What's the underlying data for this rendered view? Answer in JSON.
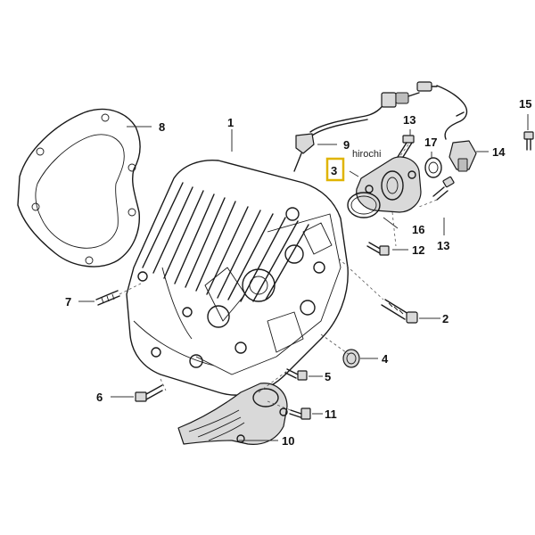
{
  "diagram": {
    "watermark": "hirochi",
    "highlight_color": "#e0b400",
    "callouts": {
      "c1": "1",
      "c2": "2",
      "c3": "3",
      "c4": "4",
      "c5": "5",
      "c6": "6",
      "c7": "7",
      "c8": "8",
      "c9": "9",
      "c10": "10",
      "c11": "11",
      "c12": "12",
      "c13a": "13",
      "c13b": "13",
      "c14": "14",
      "c15": "15",
      "c16": "16",
      "c17": "17"
    },
    "highlighted_part": "3"
  }
}
